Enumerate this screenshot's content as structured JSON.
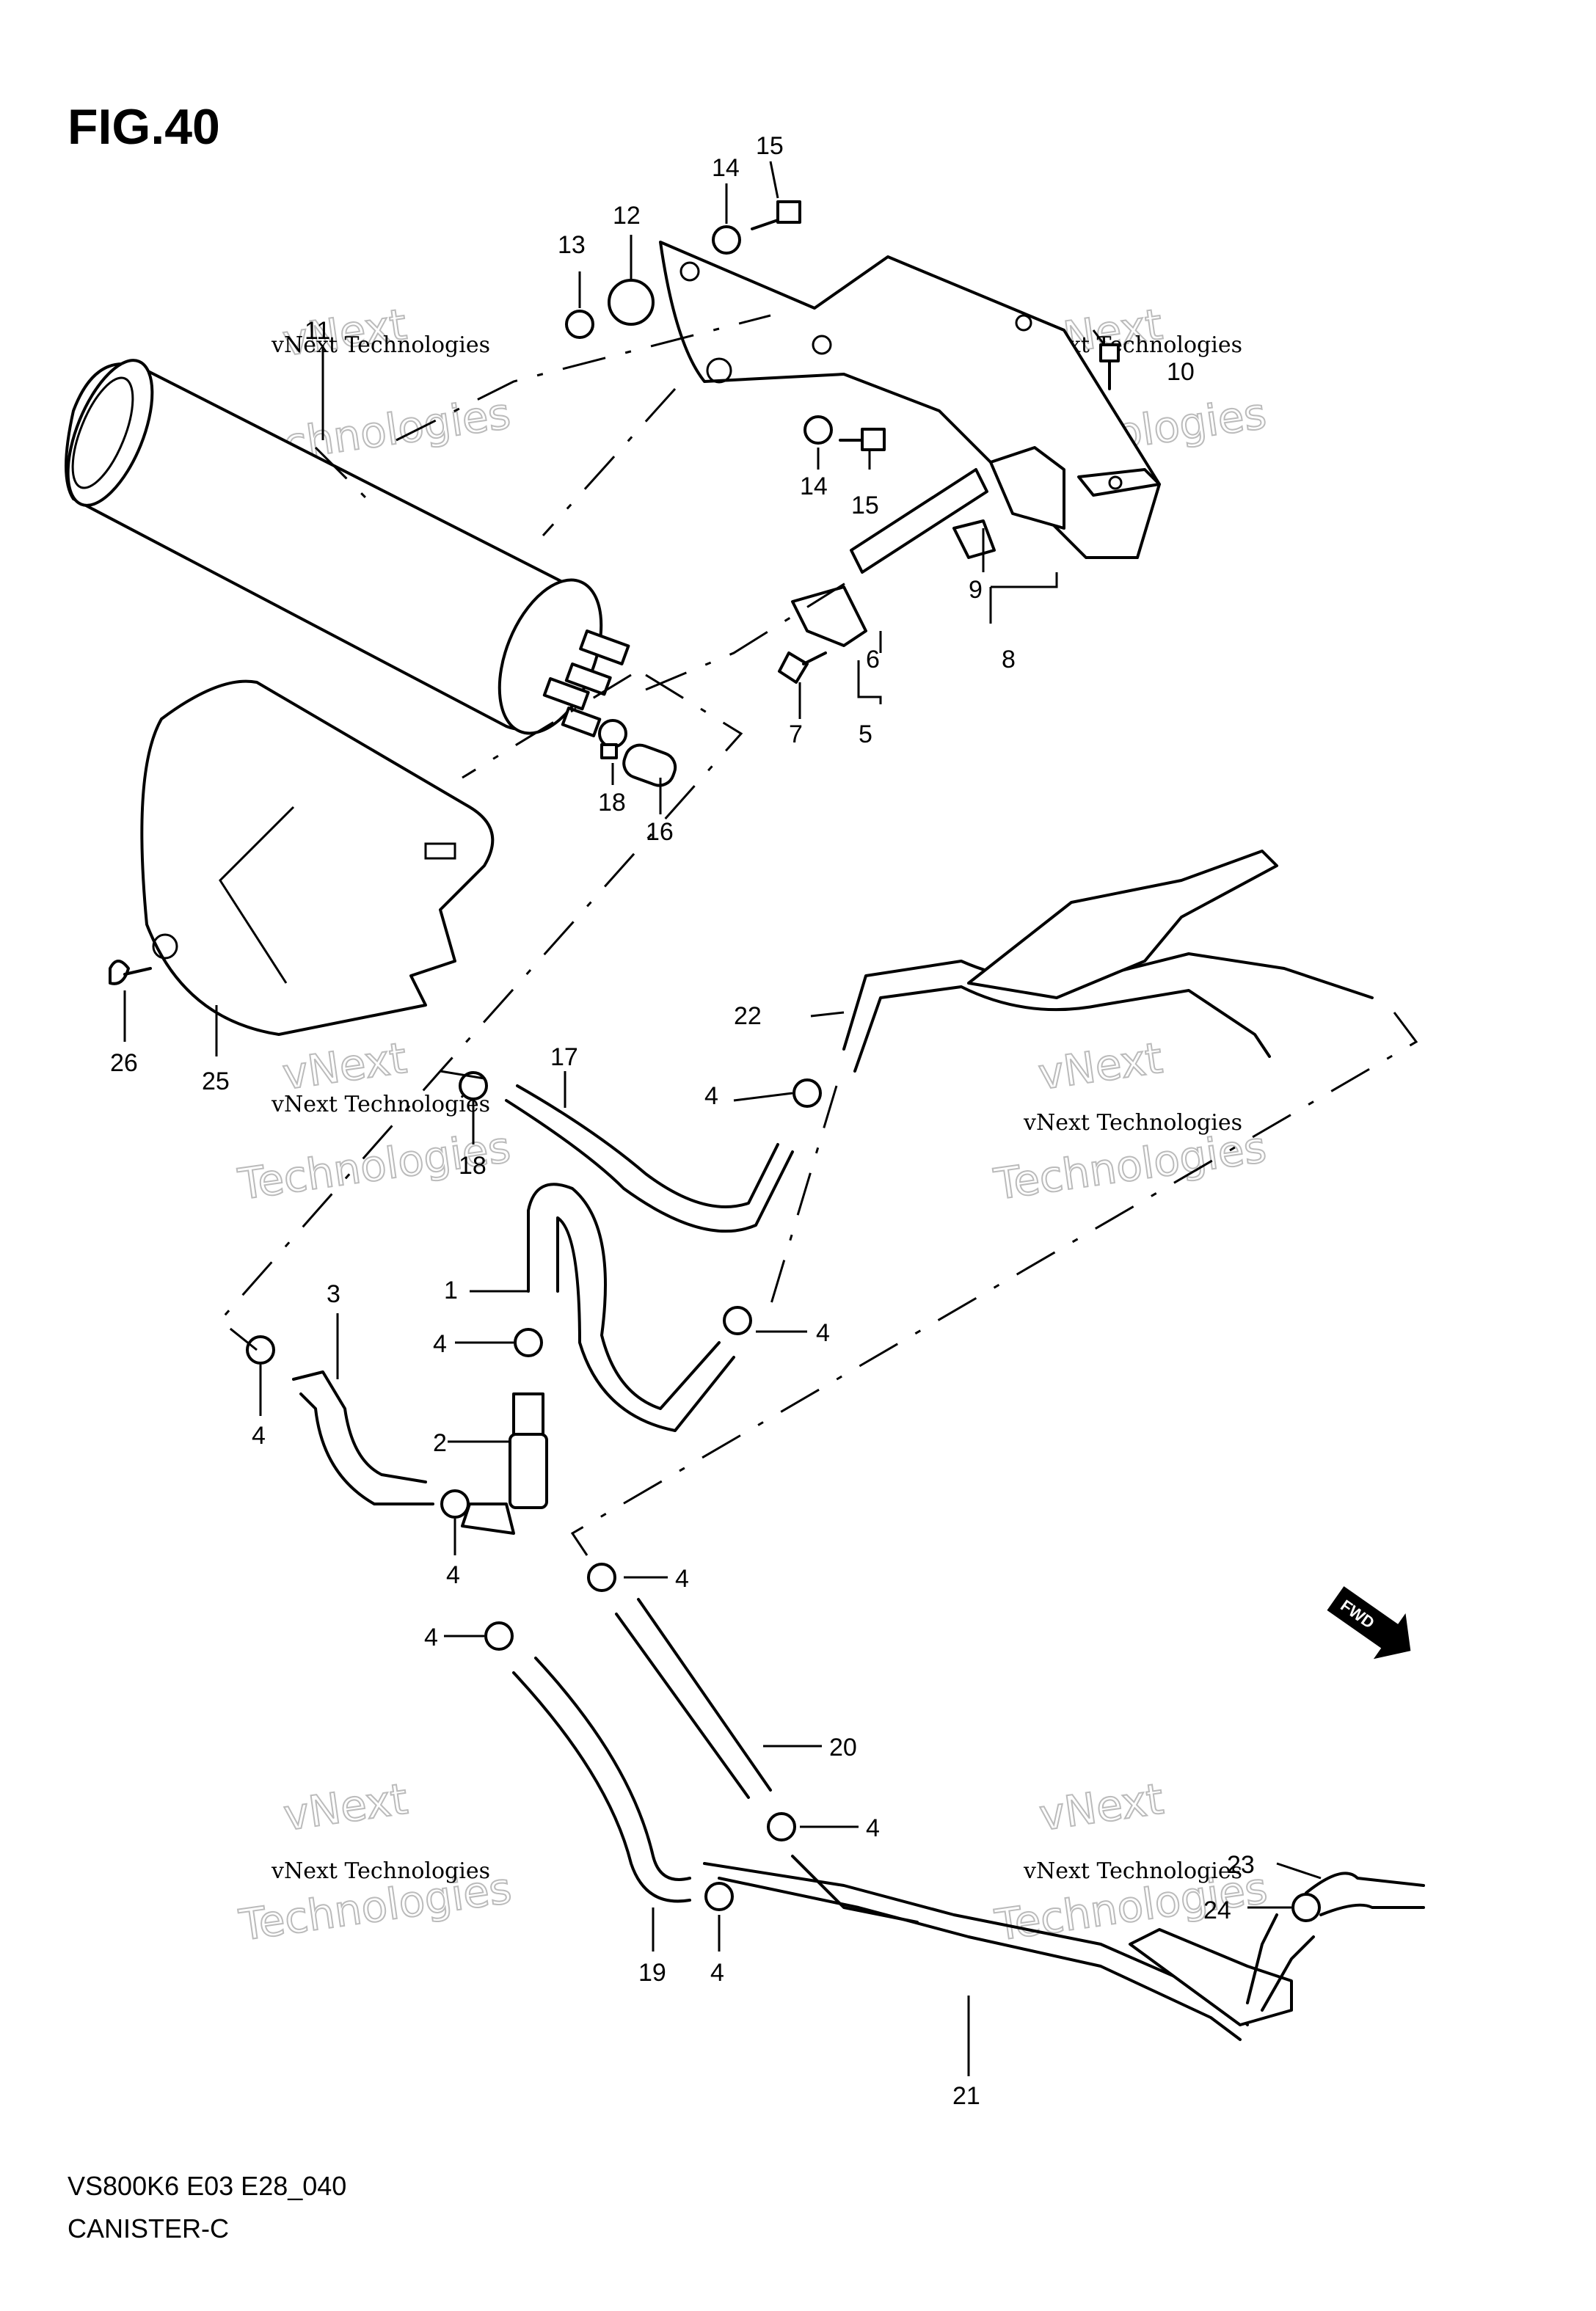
{
  "figure": {
    "title": "FIG.40"
  },
  "footer": {
    "model": "VS800K6 E03 E28_040",
    "name": "CANISTER-C"
  },
  "watermark": {
    "line1": "vNext Technologies",
    "line2": "Technologies",
    "line3": "vNext"
  },
  "direction_badge": "FWD",
  "callouts": [
    {
      "id": "c11",
      "label": "11"
    },
    {
      "id": "c13",
      "label": "13"
    },
    {
      "id": "c12",
      "label": "12"
    },
    {
      "id": "c14a",
      "label": "14"
    },
    {
      "id": "c15a",
      "label": "15"
    },
    {
      "id": "c10",
      "label": "10"
    },
    {
      "id": "c14b",
      "label": "14"
    },
    {
      "id": "c15b",
      "label": "15"
    },
    {
      "id": "c9",
      "label": "9"
    },
    {
      "id": "c8",
      "label": "8"
    },
    {
      "id": "c6",
      "label": "6"
    },
    {
      "id": "c5",
      "label": "5"
    },
    {
      "id": "c7",
      "label": "7"
    },
    {
      "id": "c18a",
      "label": "18"
    },
    {
      "id": "c16",
      "label": "16"
    },
    {
      "id": "c26",
      "label": "26"
    },
    {
      "id": "c25",
      "label": "25"
    },
    {
      "id": "c22",
      "label": "22"
    },
    {
      "id": "c17",
      "label": "17"
    },
    {
      "id": "c4a",
      "label": "4"
    },
    {
      "id": "c18b",
      "label": "18"
    },
    {
      "id": "c1",
      "label": "1"
    },
    {
      "id": "c4b",
      "label": "4"
    },
    {
      "id": "c3",
      "label": "3"
    },
    {
      "id": "c4c",
      "label": "4"
    },
    {
      "id": "c2",
      "label": "2"
    },
    {
      "id": "c4d",
      "label": "4"
    },
    {
      "id": "c4e",
      "label": "4"
    },
    {
      "id": "c4f",
      "label": "4"
    },
    {
      "id": "c4g",
      "label": "4"
    },
    {
      "id": "c20",
      "label": "20"
    },
    {
      "id": "c4h",
      "label": "4"
    },
    {
      "id": "c23",
      "label": "23"
    },
    {
      "id": "c24",
      "label": "24"
    },
    {
      "id": "c19",
      "label": "19"
    },
    {
      "id": "c4i",
      "label": "4"
    },
    {
      "id": "c21",
      "label": "21"
    }
  ]
}
